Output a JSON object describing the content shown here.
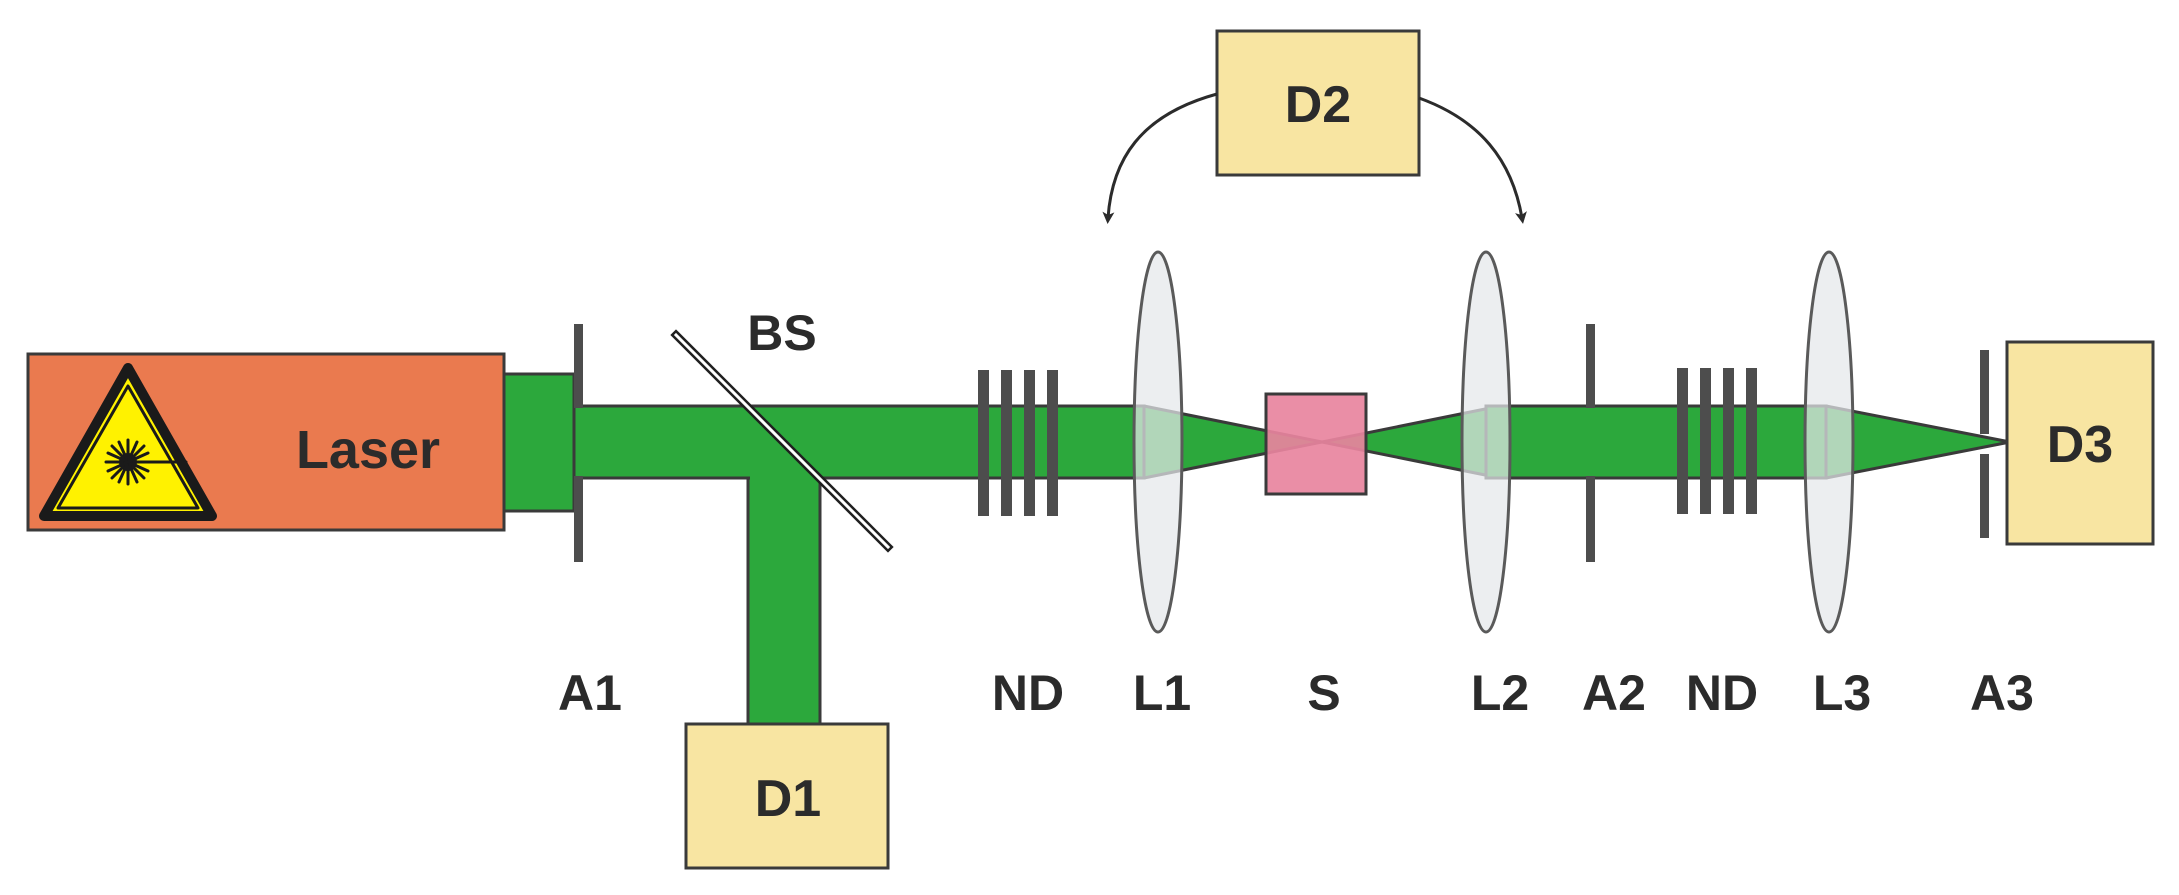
{
  "labels": {
    "laser": "Laser",
    "bs": "BS",
    "a1": "A1",
    "a2": "A2",
    "a3": "A3",
    "nd1": "ND",
    "nd2": "ND",
    "l1": "L1",
    "l2": "L2",
    "l3": "L3",
    "s": "S",
    "d1": "D1",
    "d2": "D2",
    "d3": "D3"
  },
  "icons": {
    "laser_warning": "laser-warning-triangle"
  },
  "colors": {
    "laser_body": "#ea7a4f",
    "beam": "#2ca83c",
    "detector": "#f8e5a2",
    "sample": "#e8849e",
    "lens": "#e4e7ea",
    "filter": "#4d4d4d",
    "aperture": "#4d4d4d",
    "warning_yellow": "#fff200",
    "outline": "#3a3a3a"
  }
}
